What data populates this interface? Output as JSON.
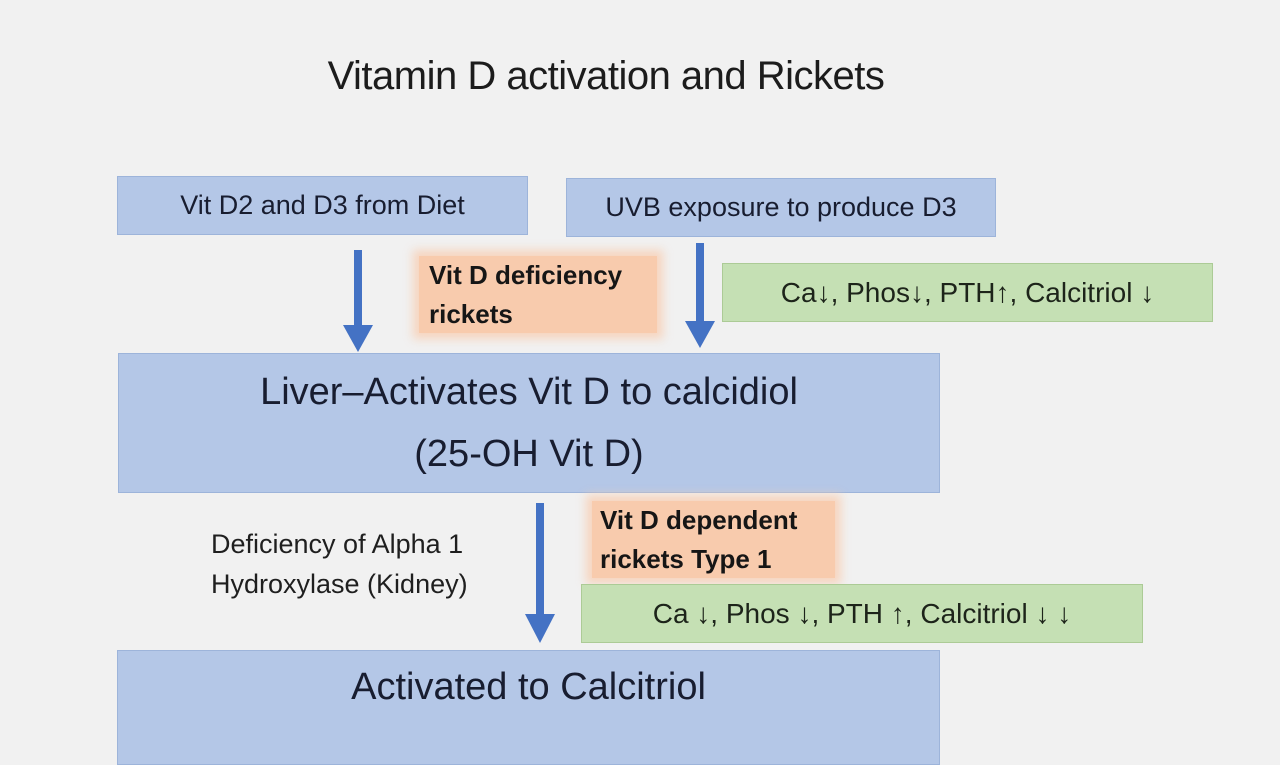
{
  "title": "Vitamin D activation and Rickets",
  "colors": {
    "background": "#f1f1f1",
    "node_blue": "#b4c7e7",
    "node_blue_border": "#9db4da",
    "node_orange": "#f8cbad",
    "node_green": "#c5e0b4",
    "arrow": "#4472c4",
    "text_dark": "#181d30"
  },
  "nodes": {
    "diet": {
      "label": "Vit D2 and D3 from Diet"
    },
    "uvb": {
      "label": "UVB exposure to produce D3"
    },
    "deficiency_rickets": {
      "line1": "Vit D deficiency",
      "line2": "rickets"
    },
    "labs_deficiency": {
      "label": "Ca↓, Phos↓, PTH↑, Calcitriol ↓"
    },
    "liver": {
      "line1": "Liver–Activates Vit D to calcidiol",
      "line2": "(25-OH Vit D)"
    },
    "alpha1_deficiency": {
      "line1": "Deficiency of Alpha 1",
      "line2": "Hydroxylase (Kidney)"
    },
    "dependent_rickets": {
      "line1": "Vit D dependent",
      "line2": "rickets Type 1"
    },
    "labs_dependent": {
      "label": "Ca ↓, Phos ↓, PTH ↑, Calcitriol ↓ ↓"
    },
    "calcitriol": {
      "label": "Activated to Calcitriol"
    }
  }
}
